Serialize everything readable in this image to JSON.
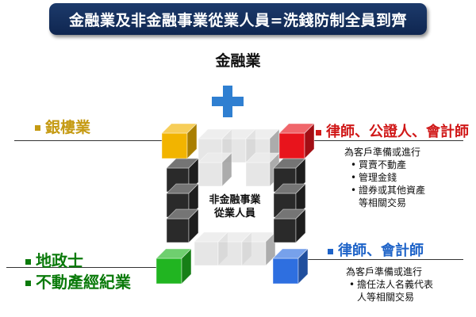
{
  "title": "金融業及非金融事業從業人員=洗錢防制全員到齊",
  "finance_label": "金融業",
  "center_label_lines": [
    "非金融事業",
    "從業人員"
  ],
  "left_categories": [
    {
      "label": "銀樓業",
      "color": "#c59a12"
    },
    {
      "label": "地政士",
      "color": "#0a7a0a"
    },
    {
      "label": "不動產經紀業",
      "color": "#0a7a0a"
    }
  ],
  "right_categories": [
    {
      "label": "律師、公證人、會計師",
      "color": "#d01818",
      "intro": "為客戶準備或進行",
      "items": [
        "買賣不動產",
        "管理金錢",
        "證券或其他資產",
        "等相關交易"
      ]
    },
    {
      "label": "律師、會計師",
      "color": "#1e63c8",
      "intro": "為客戶準備或進行",
      "items": [
        "擔任法人名義代表",
        "人等相關交易"
      ]
    }
  ],
  "colors": {
    "banner": "#1a3566",
    "plus": "#2f7fd1",
    "corner_yellow": "#f2b400",
    "corner_red": "#e8141c",
    "corner_green": "#21b521",
    "corner_blue": "#2e6fe0",
    "dark_blocks": "#2a2a2a",
    "light_blocks": "#e2e2e2"
  },
  "icons": [
    "plus-icon",
    "cube-icon"
  ]
}
